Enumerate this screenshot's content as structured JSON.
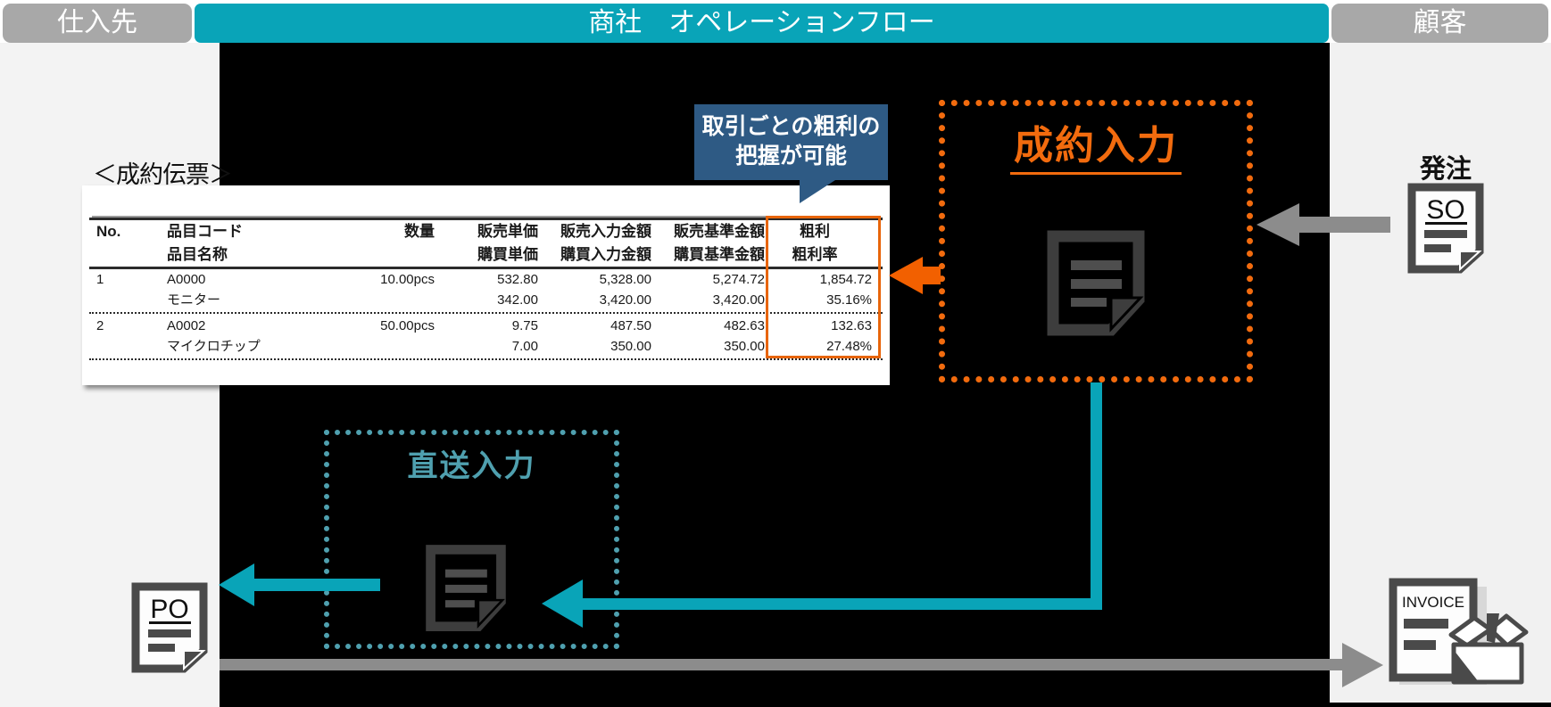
{
  "header": {
    "supplier_tab": "仕入先",
    "title": "商社　オペレーションフロー",
    "customer_tab": "顧客"
  },
  "slip": {
    "caption": "＜成約伝票＞",
    "callout_line1": "取引ごとの粗利の",
    "callout_line2": "把握が可能",
    "table": {
      "h1": {
        "no": "No.",
        "item": "品目コード",
        "qty": "数量",
        "unit": "販売単価",
        "amount": "販売入力金額",
        "base": "販売基準金額",
        "gross": "粗利"
      },
      "h2": {
        "item": "品目名称",
        "unit": "購買単価",
        "amount": "購買入力金額",
        "base": "購買基準金額",
        "gross": "粗利率"
      },
      "rows": [
        {
          "no": "1",
          "item": "A0000",
          "qty": "10.00pcs",
          "unit": "532.80",
          "amount": "5,328.00",
          "base": "5,274.72",
          "gross": "1,854.72"
        },
        {
          "no": "",
          "item": "モニター",
          "qty": "",
          "unit": "342.00",
          "amount": "3,420.00",
          "base": "3,420.00",
          "gross": "35.16%"
        },
        {
          "no": "2",
          "item": "A0002",
          "qty": "50.00pcs",
          "unit": "9.75",
          "amount": "487.50",
          "base": "482.63",
          "gross": "132.63"
        },
        {
          "no": "",
          "item": "マイクロチップ",
          "qty": "",
          "unit": "7.00",
          "amount": "350.00",
          "base": "350.00",
          "gross": "27.48%"
        }
      ]
    }
  },
  "flow": {
    "contract_entry_title": "成約入力",
    "direct_entry_title": "直送入力",
    "order_label": "発注",
    "so_label": "SO",
    "po_label": "PO",
    "invoice_label": "INVOICE"
  },
  "colors": {
    "teal": "#09a4b8",
    "teal_muted": "#4fa0af",
    "orange": "#f26b0e",
    "orange_arrow": "#f26000",
    "callout_blue": "#2e5a84",
    "tab_gray": "#a8a8a8",
    "arrow_gray": "#8c8c8c"
  }
}
